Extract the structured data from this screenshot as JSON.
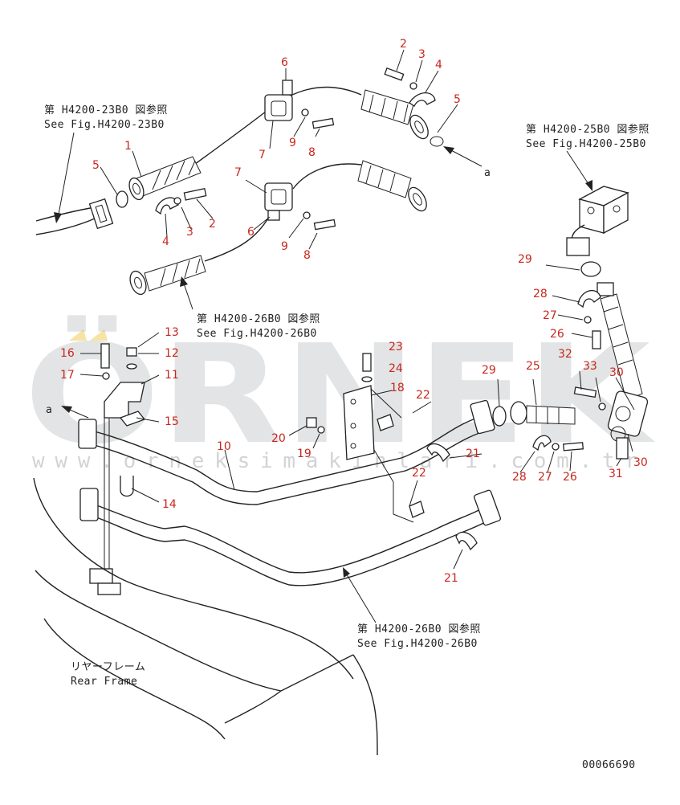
{
  "colors": {
    "callout": "#c8281e",
    "line": "#222222",
    "watermark": "#9aa0a6",
    "watermark_accent": "#f0c84a"
  },
  "watermark": {
    "brand": "ÖRNEK",
    "url": "www.orneksimakinlari.com.tr"
  },
  "drawing_number": "00066690",
  "refs": {
    "fig23_jp": "第 H4200-23B0 図参照",
    "fig23_en": "See Fig.H4200-23B0",
    "fig25_jp": "第 H4200-25B0 図参照",
    "fig25_en": "See Fig.H4200-25B0",
    "fig26a_jp": "第 H4200-26B0 図参照",
    "fig26a_en": "See Fig.H4200-26B0",
    "fig26b_jp": "第 H4200-26B0 図参照",
    "fig26b_en": "See Fig.H4200-26B0",
    "frame_jp": "リヤーフレーム",
    "frame_en": "Rear Frame",
    "conn_a": "a"
  },
  "callouts": {
    "c1": "1",
    "c2a": "2",
    "c2b": "2",
    "c3a": "3",
    "c3b": "3",
    "c4a": "4",
    "c4b": "4",
    "c5a": "5",
    "c5b": "5",
    "c6a": "6",
    "c6b": "6",
    "c7a": "7",
    "c7b": "7",
    "c8a": "8",
    "c8b": "8",
    "c9a": "9",
    "c9b": "9",
    "c10": "10",
    "c11": "11",
    "c12": "12",
    "c13": "13",
    "c14": "14",
    "c15": "15",
    "c16": "16",
    "c17": "17",
    "c18": "18",
    "c19": "19",
    "c20": "20",
    "c21a": "21",
    "c21b": "21",
    "c22a": "22",
    "c22b": "22",
    "c23": "23",
    "c24": "24",
    "c25": "25",
    "c26a": "26",
    "c26b": "26",
    "c27a": "27",
    "c27b": "27",
    "c28a": "28",
    "c28b": "28",
    "c29a": "29",
    "c29b": "29",
    "c30a": "30",
    "c30b": "30",
    "c31": "31",
    "c32": "32",
    "c33": "33"
  }
}
